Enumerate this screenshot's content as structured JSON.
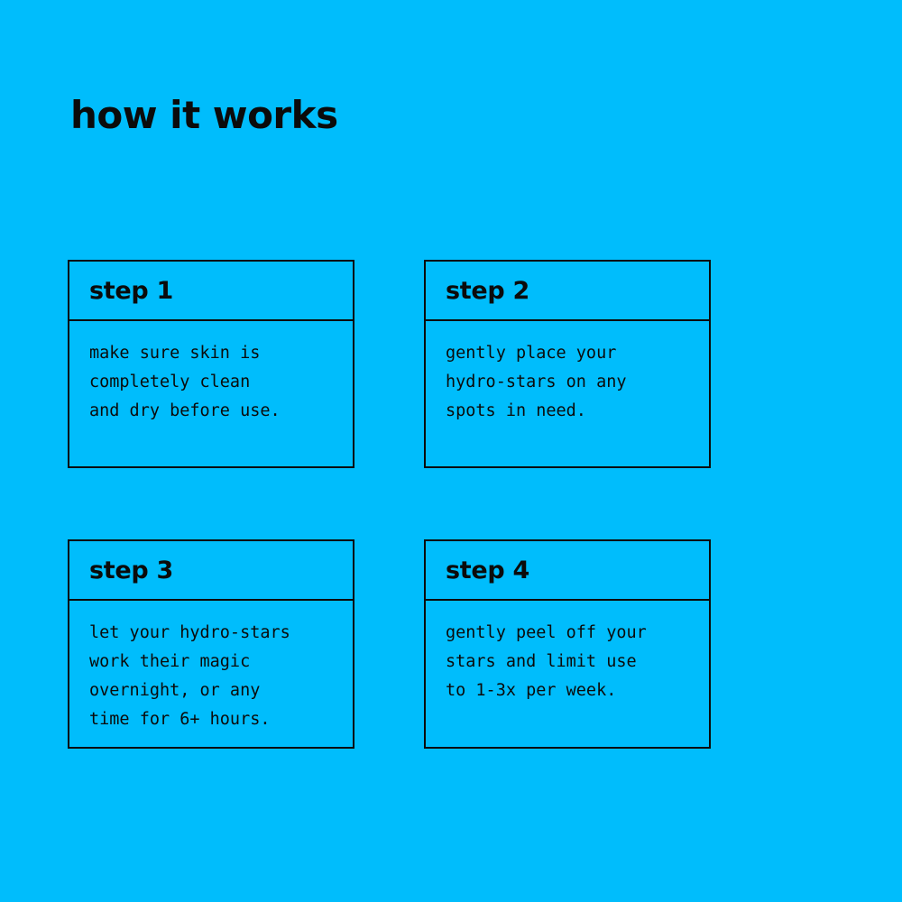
{
  "page": {
    "background_color": "#00bdfc",
    "title": "how it works"
  },
  "steps": [
    {
      "label": "step 1",
      "body": "make sure skin is\ncompletely clean\nand dry before use."
    },
    {
      "label": "step 2",
      "body": "gently place your\nhydro-stars on any\nspots in need."
    },
    {
      "label": "step 3",
      "body": "let your hydro-stars\nwork their magic\novernight, or any\ntime for 6+ hours."
    },
    {
      "label": "step 4",
      "body": "gently peel off your\nstars and limit use\nto 1-3x per week."
    }
  ]
}
